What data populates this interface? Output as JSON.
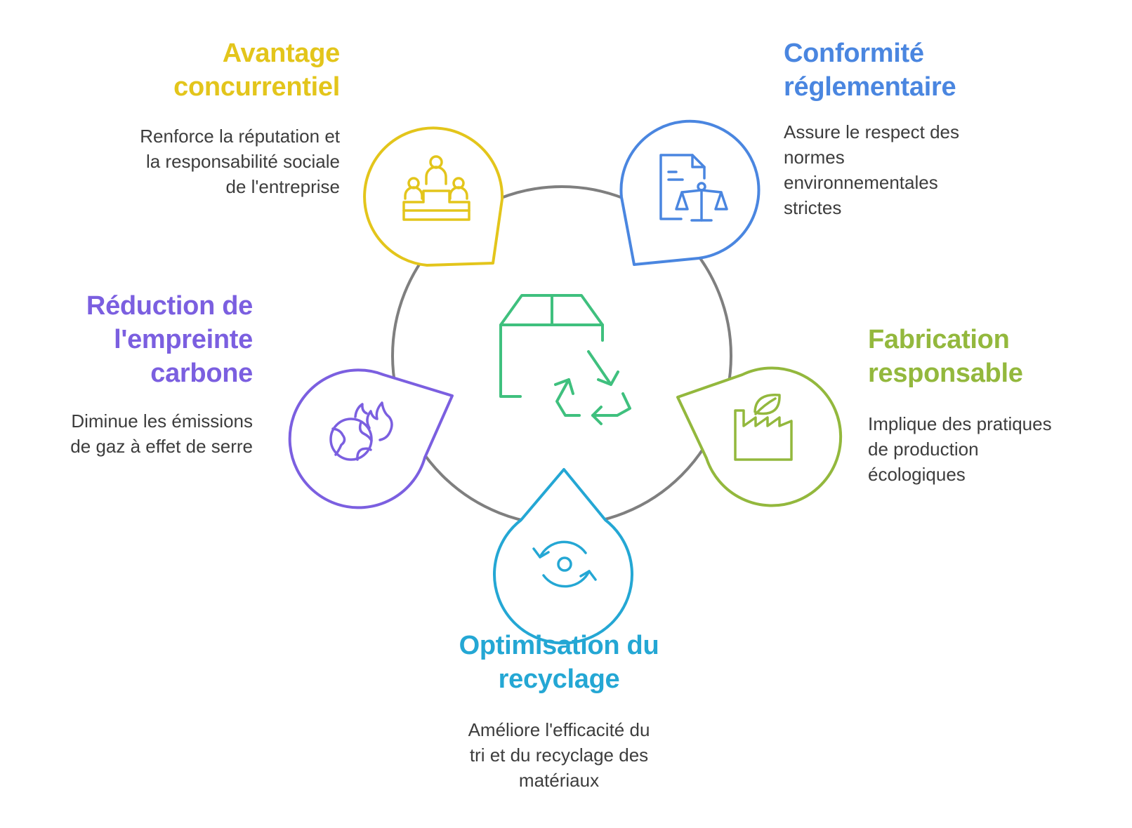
{
  "colors": {
    "ring": "#7f7f7f",
    "center": "#3fc07e",
    "avantage": "#e3c51b",
    "conformite": "#4a86e0",
    "fabrication": "#93b83d",
    "recyclage": "#24a7d4",
    "reduction": "#7b5fe0"
  },
  "center": {
    "icon": "box-recycle-icon"
  },
  "items": {
    "avantage": {
      "title_line1": "Avantage",
      "title_line2": "concurrentiel",
      "desc_line1": "Renforce la réputation et",
      "desc_line2": "la responsabilité sociale",
      "desc_line3": "de l'entreprise",
      "icon": "podium-icon"
    },
    "conformite": {
      "title_line1": "Conformité",
      "title_line2": "réglementaire",
      "desc_line1": "Assure le respect des",
      "desc_line2": "normes",
      "desc_line3": "environnementales",
      "desc_line4": "strictes",
      "icon": "document-scale-icon"
    },
    "fabrication": {
      "title_line1": "Fabrication",
      "title_line2": "responsable",
      "desc_line1": "Implique des pratiques",
      "desc_line2": "de production",
      "desc_line3": "écologiques",
      "icon": "eco-factory-icon"
    },
    "recyclage": {
      "title_line1": "Optimisation du",
      "title_line2": "recyclage",
      "desc_line1": "Améliore l'efficacité du",
      "desc_line2": "tri et du recyclage des",
      "desc_line3": "matériaux",
      "icon": "refresh-cycle-icon"
    },
    "reduction": {
      "title_line1": "Réduction de",
      "title_line2": "l'empreinte",
      "title_line3": "carbone",
      "desc_line1": "Diminue les émissions",
      "desc_line2": "de gaz à effet de serre",
      "icon": "burning-globe-icon"
    }
  }
}
